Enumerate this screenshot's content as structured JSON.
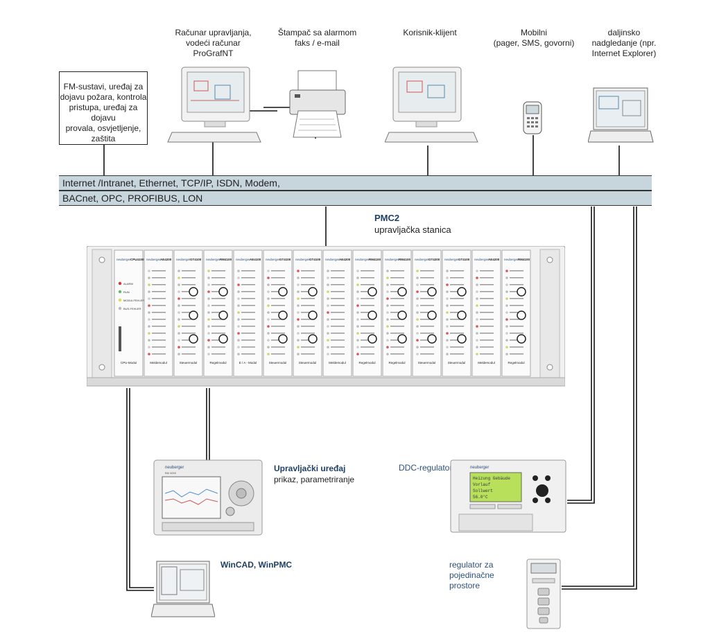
{
  "fm_box": {
    "lines": [
      "FM-sustavi, uređaj za",
      "dojavu požara, kontrola",
      "pristupa, uređaj za dojavu",
      "provala, osvjetljenje,",
      "zaštita"
    ]
  },
  "devices": {
    "control_pc": [
      "Računar upravljanja,",
      "vodeći računar",
      "ProGrafNT"
    ],
    "printer": [
      "Štampač sa alarmom",
      "faks / e-mail"
    ],
    "client": [
      "Korisnik-klijent"
    ],
    "mobile": [
      "Mobilni",
      "(pager, SMS, govorni)"
    ],
    "remote": [
      "daljinsko",
      "nadgledanje (npr.",
      "Internet Explorer)"
    ]
  },
  "bus": {
    "line1": "Internet /Intranet, Ethernet, TCP/IP, ISDN, Modem,",
    "line2": "BACnet, OPC, PROFIBUS, LON"
  },
  "pmc2": {
    "title": "PMC2",
    "subtitle": "upravljačka stanica"
  },
  "rack": {
    "brand": "neuberger",
    "modules": [
      {
        "code": "CPU4100",
        "name": "CPU-Modul"
      },
      {
        "code": "AE4200",
        "name": "Meldemodul"
      },
      {
        "code": "GT4100",
        "name": "Steuermodul"
      },
      {
        "code": "RM4100",
        "name": "Regelmodul"
      },
      {
        "code": "AE4100",
        "name": "E / A - Modul"
      },
      {
        "code": "GT4100",
        "name": "Steuermodul"
      },
      {
        "code": "GT4100",
        "name": "Steuermodul"
      },
      {
        "code": "AE4200",
        "name": "Meldemodul"
      },
      {
        "code": "RM4100",
        "name": "Regelmodul"
      },
      {
        "code": "RM4100",
        "name": "Regelmodul"
      },
      {
        "code": "GT4200",
        "name": "Steuermodul"
      },
      {
        "code": "GT4100",
        "name": "Steuermodul"
      },
      {
        "code": "AE4200",
        "name": "Meldemodul"
      },
      {
        "code": "RM4100",
        "name": "Regelmodul"
      }
    ],
    "cpu_status": [
      "ALARM",
      "RUN",
      "MODULFEHLER",
      "BUS-FEHLER"
    ]
  },
  "panel": {
    "title": "Upravljački uređaj",
    "subtitle": "prikaz, parametriranje",
    "brand": "neuberger",
    "model": "BM 4000"
  },
  "wincad": {
    "title": "WinCAD, WinPMC"
  },
  "ddc": {
    "label": "DDC-regulator",
    "brand": "neuberger",
    "screen_lines": [
      "Heizung Gebäude",
      "Vorlauf",
      "Sollwert",
      "56.0°C"
    ]
  },
  "room": {
    "lines": [
      "regulator za",
      "pojedinačne",
      "prostore"
    ]
  },
  "colors": {
    "bus_fill": "#c7d5dd",
    "title_blue": "#1f3f66",
    "ddc_screen": "#b8e05a"
  }
}
